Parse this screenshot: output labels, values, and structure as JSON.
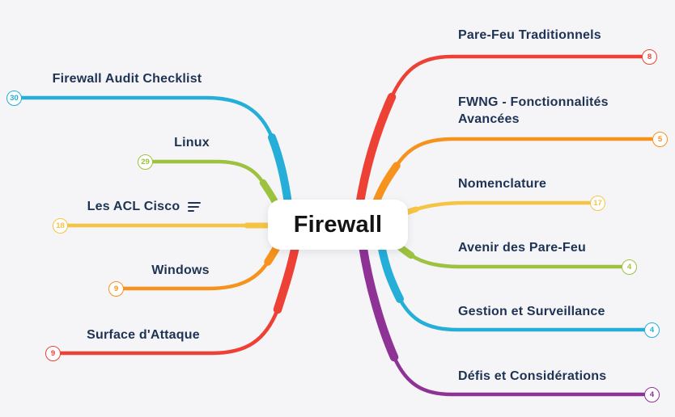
{
  "colors": {
    "background": "#f5f5f7",
    "label_text": "#1e3354",
    "node_bg": "#ffffff",
    "node_text": "#141414"
  },
  "center": {
    "label": "Firewall"
  },
  "branches": [
    {
      "name": "firewall-audit-checklist",
      "side": "left",
      "label": "Firewall Audit Checklist",
      "count": "30",
      "color": "#24aed8"
    },
    {
      "name": "linux",
      "side": "left",
      "label": "Linux",
      "count": "29",
      "color": "#9cc23f"
    },
    {
      "name": "les-acl-cisco",
      "side": "left",
      "label": "Les ACL Cisco",
      "count": "18",
      "color": "#f6c445",
      "icon": "notes-icon"
    },
    {
      "name": "windows",
      "side": "left",
      "label": "Windows",
      "count": "9",
      "color": "#f6921e"
    },
    {
      "name": "surface-d-attaque",
      "side": "left",
      "label": "Surface d'Attaque",
      "count": "9",
      "color": "#ee4136"
    },
    {
      "name": "pare-feu-traditionnels",
      "side": "right",
      "label": "Pare-Feu Traditionnels",
      "count": "8",
      "color": "#ee4136"
    },
    {
      "name": "fwng-fonctionnalites-avancees",
      "side": "right",
      "label": "FWNG - Fonctionnalités Avancées",
      "count": "5",
      "color": "#f6921e"
    },
    {
      "name": "nomenclature",
      "side": "right",
      "label": "Nomenclature",
      "count": "17",
      "color": "#f6c445"
    },
    {
      "name": "avenir-des-pare-feu",
      "side": "right",
      "label": "Avenir des Pare-Feu",
      "count": "4",
      "color": "#9cc23f"
    },
    {
      "name": "gestion-et-surveillance",
      "side": "right",
      "label": "Gestion et Surveillance",
      "count": "4",
      "color": "#24aed8"
    },
    {
      "name": "defis-et-considerations",
      "side": "right",
      "label": "Défis et Considérations",
      "count": "4",
      "color": "#8e3296"
    }
  ]
}
